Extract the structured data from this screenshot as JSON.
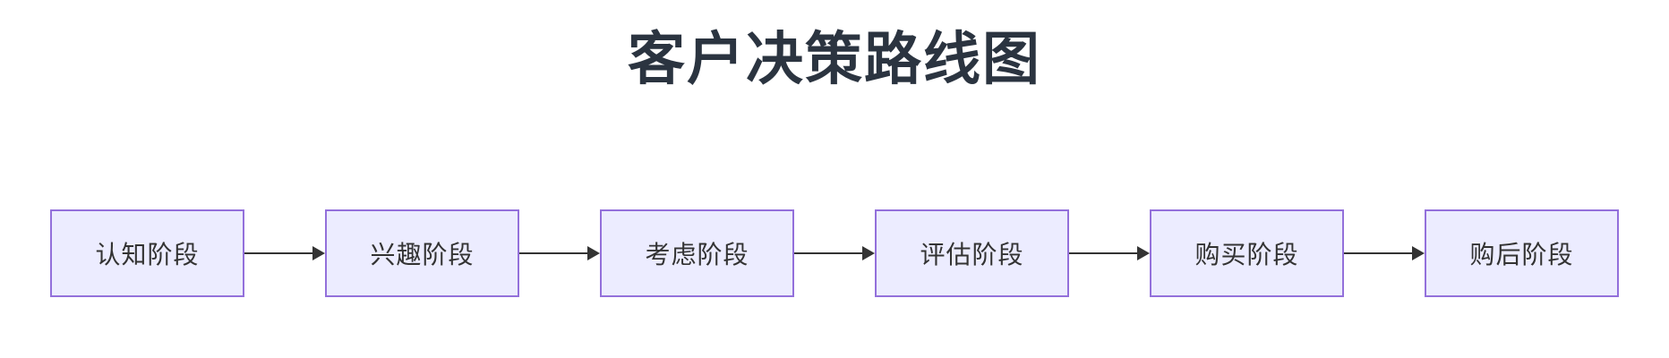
{
  "title": "客户决策路线图",
  "flow": {
    "stages": [
      {
        "label": "认知阶段"
      },
      {
        "label": "兴趣阶段"
      },
      {
        "label": "考虑阶段"
      },
      {
        "label": "评估阶段"
      },
      {
        "label": "购买阶段"
      },
      {
        "label": "购后阶段"
      }
    ]
  },
  "colors": {
    "title": "#2B3440",
    "node_fill": "#ECECFF",
    "node_border": "#9370DB",
    "node_text": "#333333",
    "arrow": "#333333"
  }
}
